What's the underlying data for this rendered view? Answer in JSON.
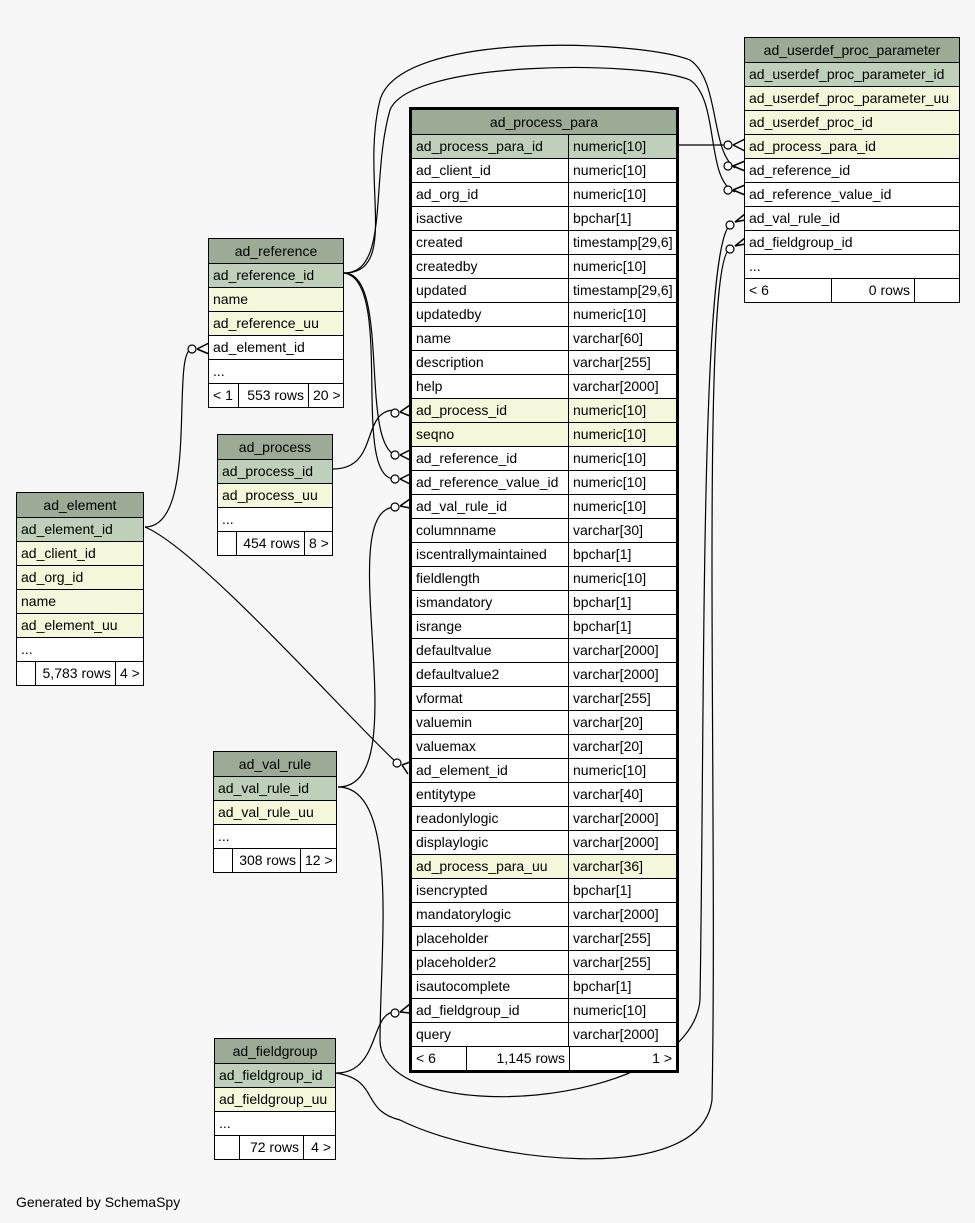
{
  "footer": "Generated by SchemaSpy",
  "tables": {
    "ad_process_para": {
      "name": "ad_process_para",
      "columns": [
        {
          "name": "ad_process_para_id",
          "type": "numeric[10]",
          "kind": "pk"
        },
        {
          "name": "ad_client_id",
          "type": "numeric[10]",
          "kind": ""
        },
        {
          "name": "ad_org_id",
          "type": "numeric[10]",
          "kind": ""
        },
        {
          "name": "isactive",
          "type": "bpchar[1]",
          "kind": ""
        },
        {
          "name": "created",
          "type": "timestamp[29,6]",
          "kind": ""
        },
        {
          "name": "createdby",
          "type": "numeric[10]",
          "kind": ""
        },
        {
          "name": "updated",
          "type": "timestamp[29,6]",
          "kind": ""
        },
        {
          "name": "updatedby",
          "type": "numeric[10]",
          "kind": ""
        },
        {
          "name": "name",
          "type": "varchar[60]",
          "kind": ""
        },
        {
          "name": "description",
          "type": "varchar[255]",
          "kind": ""
        },
        {
          "name": "help",
          "type": "varchar[2000]",
          "kind": ""
        },
        {
          "name": "ad_process_id",
          "type": "numeric[10]",
          "kind": "idx"
        },
        {
          "name": "seqno",
          "type": "numeric[10]",
          "kind": "idx"
        },
        {
          "name": "ad_reference_id",
          "type": "numeric[10]",
          "kind": ""
        },
        {
          "name": "ad_reference_value_id",
          "type": "numeric[10]",
          "kind": ""
        },
        {
          "name": "ad_val_rule_id",
          "type": "numeric[10]",
          "kind": ""
        },
        {
          "name": "columnname",
          "type": "varchar[30]",
          "kind": ""
        },
        {
          "name": "iscentrallymaintained",
          "type": "bpchar[1]",
          "kind": ""
        },
        {
          "name": "fieldlength",
          "type": "numeric[10]",
          "kind": ""
        },
        {
          "name": "ismandatory",
          "type": "bpchar[1]",
          "kind": ""
        },
        {
          "name": "isrange",
          "type": "bpchar[1]",
          "kind": ""
        },
        {
          "name": "defaultvalue",
          "type": "varchar[2000]",
          "kind": ""
        },
        {
          "name": "defaultvalue2",
          "type": "varchar[2000]",
          "kind": ""
        },
        {
          "name": "vformat",
          "type": "varchar[255]",
          "kind": ""
        },
        {
          "name": "valuemin",
          "type": "varchar[20]",
          "kind": ""
        },
        {
          "name": "valuemax",
          "type": "varchar[20]",
          "kind": ""
        },
        {
          "name": "ad_element_id",
          "type": "numeric[10]",
          "kind": ""
        },
        {
          "name": "entitytype",
          "type": "varchar[40]",
          "kind": ""
        },
        {
          "name": "readonlylogic",
          "type": "varchar[2000]",
          "kind": ""
        },
        {
          "name": "displaylogic",
          "type": "varchar[2000]",
          "kind": ""
        },
        {
          "name": "ad_process_para_uu",
          "type": "varchar[36]",
          "kind": "idx"
        },
        {
          "name": "isencrypted",
          "type": "bpchar[1]",
          "kind": ""
        },
        {
          "name": "mandatorylogic",
          "type": "varchar[2000]",
          "kind": ""
        },
        {
          "name": "placeholder",
          "type": "varchar[255]",
          "kind": ""
        },
        {
          "name": "placeholder2",
          "type": "varchar[255]",
          "kind": ""
        },
        {
          "name": "isautocomplete",
          "type": "bpchar[1]",
          "kind": ""
        },
        {
          "name": "ad_fieldgroup_id",
          "type": "numeric[10]",
          "kind": ""
        },
        {
          "name": "query",
          "type": "varchar[2000]",
          "kind": ""
        }
      ],
      "footer": {
        "parents": "< 6",
        "rows": "1,145 rows",
        "children": "1 >"
      }
    },
    "ad_userdef_proc_parameter": {
      "name": "ad_userdef_proc_parameter",
      "columns": [
        {
          "name": "ad_userdef_proc_parameter_id",
          "kind": "pk"
        },
        {
          "name": "ad_userdef_proc_parameter_uu",
          "kind": "idx"
        },
        {
          "name": "ad_userdef_proc_id",
          "kind": "idx"
        },
        {
          "name": "ad_process_para_id",
          "kind": "idx"
        },
        {
          "name": "ad_reference_id",
          "kind": ""
        },
        {
          "name": "ad_reference_value_id",
          "kind": ""
        },
        {
          "name": "ad_val_rule_id",
          "kind": ""
        },
        {
          "name": "ad_fieldgroup_id",
          "kind": ""
        },
        {
          "name": "...",
          "kind": ""
        }
      ],
      "footer": {
        "parents": "< 6",
        "rows": "0 rows",
        "children": ""
      }
    },
    "ad_reference": {
      "name": "ad_reference",
      "columns": [
        {
          "name": "ad_reference_id",
          "kind": "pk"
        },
        {
          "name": "name",
          "kind": "idx"
        },
        {
          "name": "ad_reference_uu",
          "kind": "idx"
        },
        {
          "name": "ad_element_id",
          "kind": ""
        },
        {
          "name": "...",
          "kind": ""
        }
      ],
      "footer": {
        "parents": "< 1",
        "rows": "553 rows",
        "children": "20 >"
      }
    },
    "ad_process": {
      "name": "ad_process",
      "columns": [
        {
          "name": "ad_process_id",
          "kind": "pk"
        },
        {
          "name": "ad_process_uu",
          "kind": "idx"
        },
        {
          "name": "...",
          "kind": ""
        }
      ],
      "footer": {
        "parents": "",
        "rows": "454 rows",
        "children": "8 >"
      }
    },
    "ad_element": {
      "name": "ad_element",
      "columns": [
        {
          "name": "ad_element_id",
          "kind": "pk"
        },
        {
          "name": "ad_client_id",
          "kind": "idx"
        },
        {
          "name": "ad_org_id",
          "kind": "idx"
        },
        {
          "name": "name",
          "kind": "idx"
        },
        {
          "name": "ad_element_uu",
          "kind": "idx"
        },
        {
          "name": "...",
          "kind": ""
        }
      ],
      "footer": {
        "parents": "",
        "rows": "5,783 rows",
        "children": "4 >"
      }
    },
    "ad_val_rule": {
      "name": "ad_val_rule",
      "columns": [
        {
          "name": "ad_val_rule_id",
          "kind": "pk"
        },
        {
          "name": "ad_val_rule_uu",
          "kind": "idx"
        },
        {
          "name": "...",
          "kind": ""
        }
      ],
      "footer": {
        "parents": "",
        "rows": "308 rows",
        "children": "12 >"
      }
    },
    "ad_fieldgroup": {
      "name": "ad_fieldgroup",
      "columns": [
        {
          "name": "ad_fieldgroup_id",
          "kind": "pk"
        },
        {
          "name": "ad_fieldgroup_uu",
          "kind": "idx"
        },
        {
          "name": "...",
          "kind": ""
        }
      ],
      "footer": {
        "parents": "",
        "rows": "72 rows",
        "children": "4 >"
      }
    }
  },
  "colors": {
    "header": "#9bab96",
    "primary_key": "#bfd0ba",
    "indexed": "#f4f7da",
    "background": "#f7f7f7"
  }
}
